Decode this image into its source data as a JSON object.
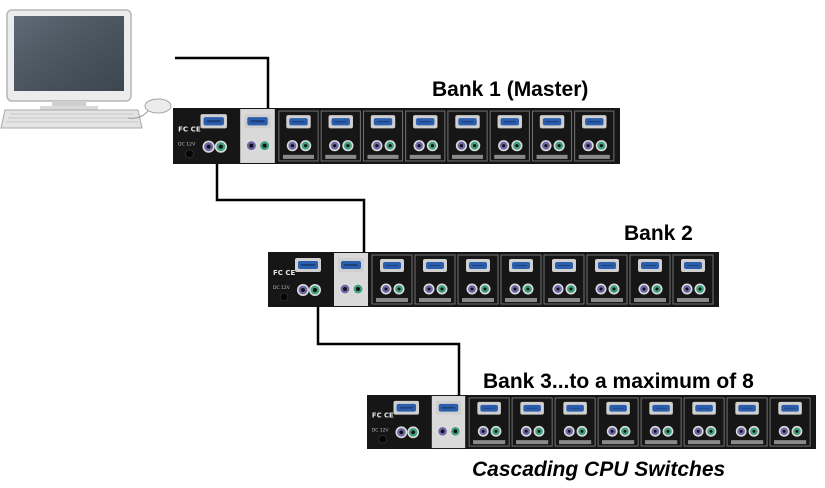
{
  "diagram": {
    "banks": [
      {
        "label": "Bank 1 (Master)"
      },
      {
        "label": "Bank 2"
      },
      {
        "label": "Bank 3...to a maximum of 8"
      }
    ],
    "caption": "Cascading CPU Switches",
    "panel_markings": {
      "fcc_ce": "FC CE",
      "power": "DC 12V"
    },
    "computer_ports_per_bank": 8
  },
  "colors": {
    "panel": "#161616",
    "port_frame": "#d9d9d9",
    "vga_port": "#2b5fae",
    "ps2_keyboard": "#6e67a8",
    "ps2_mouse": "#3fa07e",
    "cable": "#000000"
  }
}
